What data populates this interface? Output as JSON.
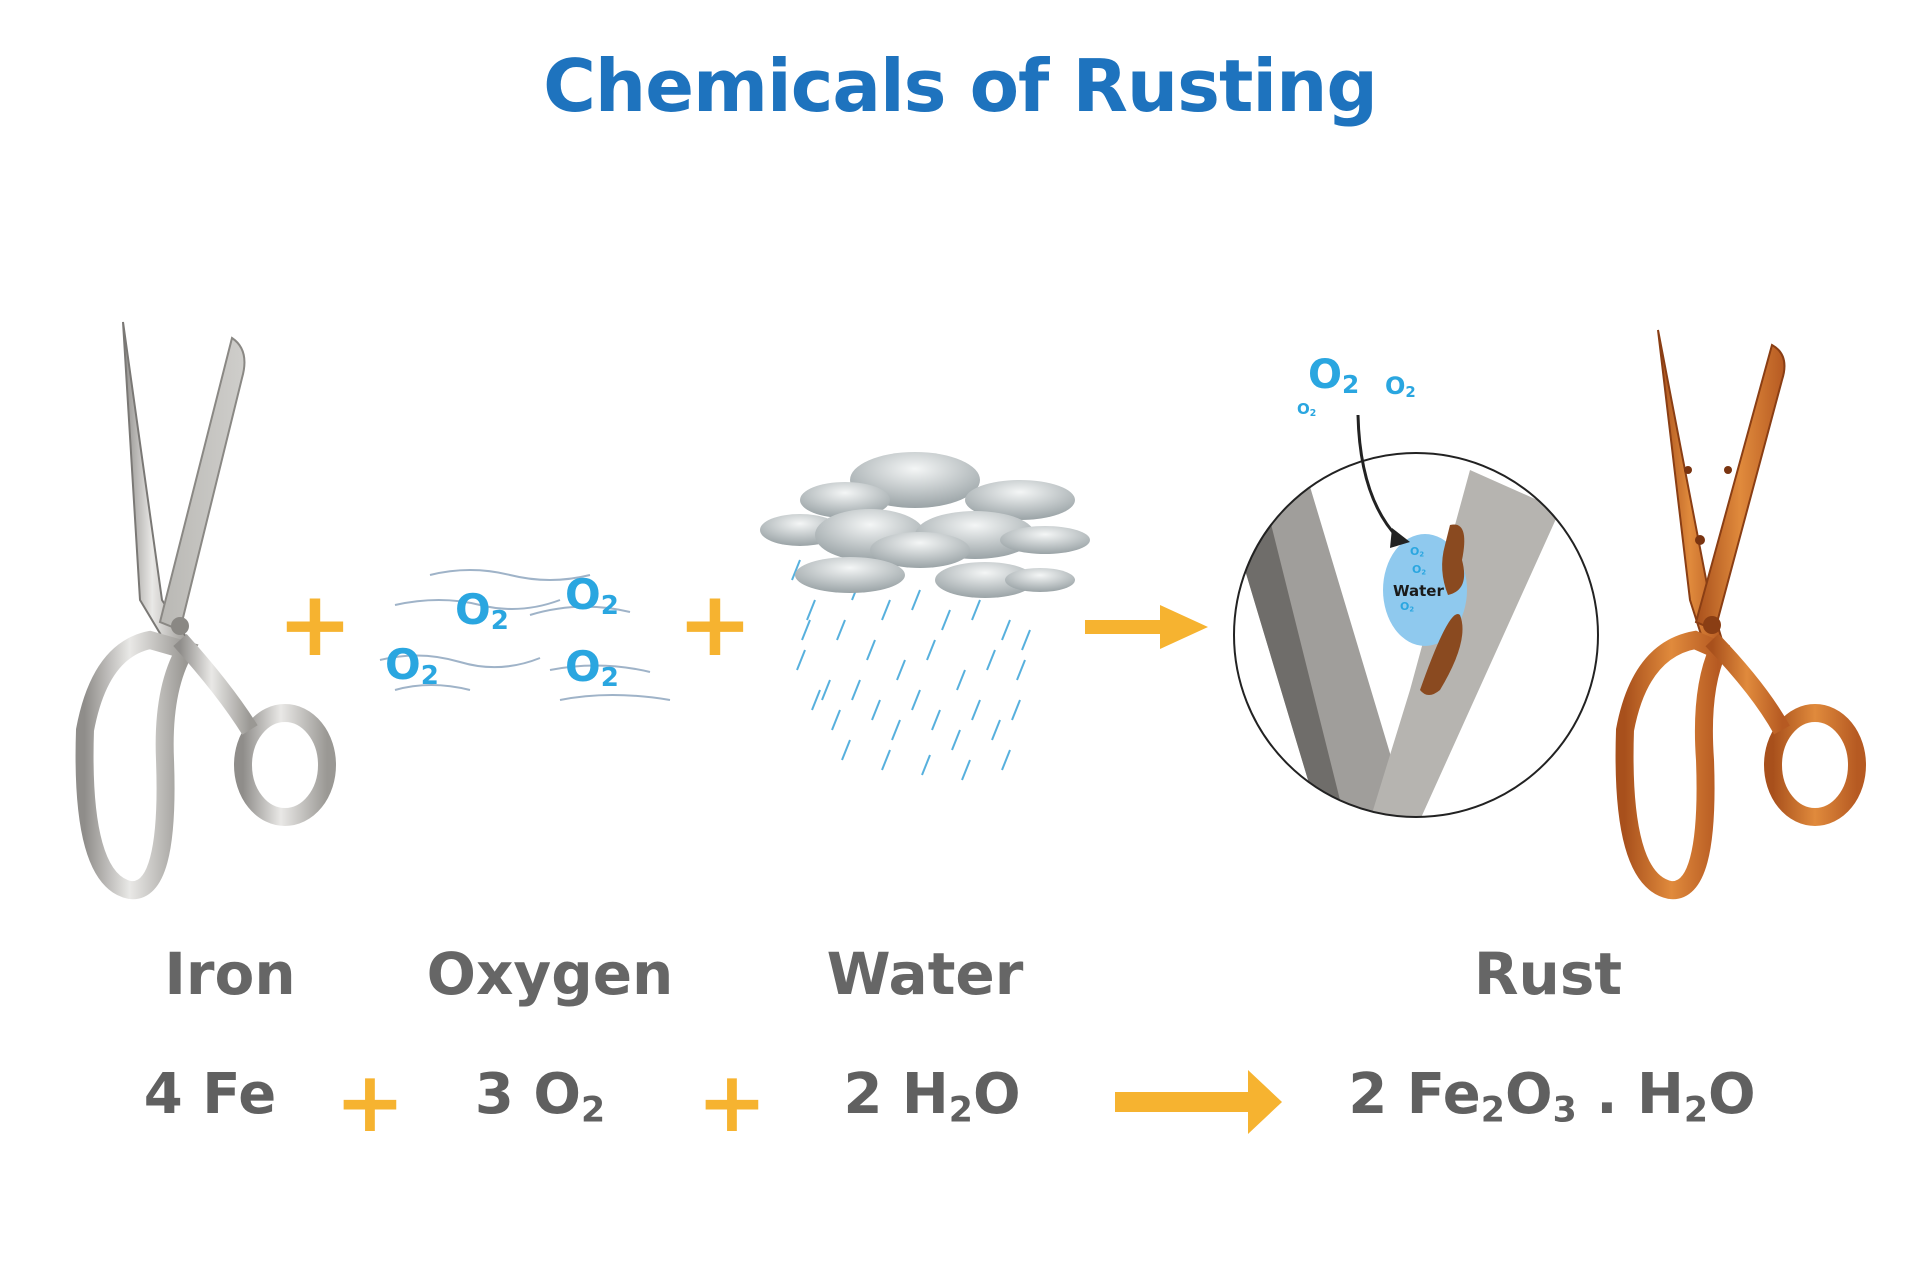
{
  "title": "Chemicals of Rusting",
  "labels": {
    "iron": "Iron",
    "oxygen": "Oxygen",
    "water": "Water",
    "rust": "Rust"
  },
  "equation": {
    "iron_coef": "4 Fe",
    "oxygen_coef": "3 O",
    "oxygen_sub": "2",
    "water_coef": "2 H",
    "water_sub": "2",
    "water_tail": "O",
    "rust_a": "2 Fe",
    "rust_sub1": "2",
    "rust_b": "O",
    "rust_sub2": "3",
    "rust_c": " . H",
    "rust_sub3": "2",
    "rust_d": "O"
  },
  "symbols": {
    "plus": "+",
    "o2_main": "O",
    "o2_sub": "2"
  },
  "inset": {
    "water_label": "Water"
  },
  "colors": {
    "title": "#1e73be",
    "label": "#666666",
    "plus": "#f6b330",
    "arrow": "#f6b330",
    "oxygen": "#2aa6e0",
    "rust": "#c4672a",
    "steel": "#b8b6b2"
  },
  "icons": [
    "scissors-icon",
    "oxygen-molecules-icon",
    "rain-cloud-icon",
    "magnified-rust-icon",
    "rusty-scissors-icon",
    "arrow-right-icon"
  ]
}
